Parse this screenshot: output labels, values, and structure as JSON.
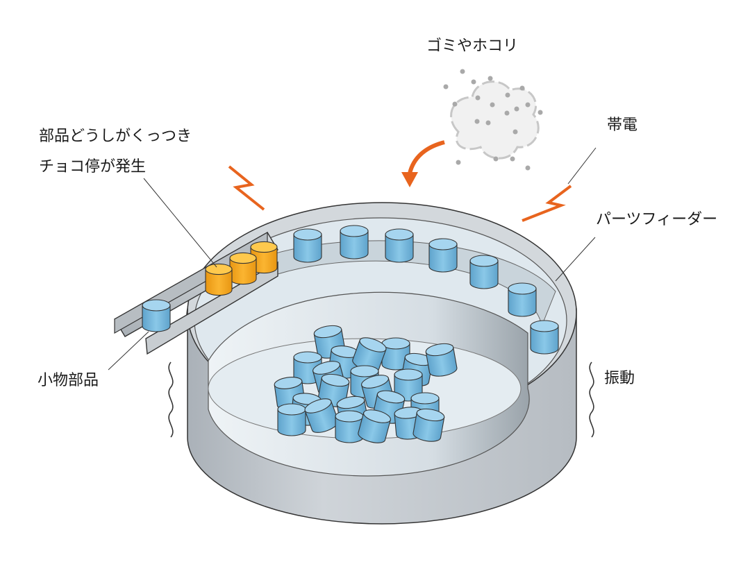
{
  "labels": {
    "dust": "ゴミやホコリ",
    "sticking_line1": "部品どうしがくっつき",
    "sticking_line2": "チョコ停が発生",
    "static": "帯電",
    "parts_feeder": "パーツフィーダー",
    "small_parts": "小物部品",
    "vibration": "振動"
  },
  "colors": {
    "part_blue": "#7ab9dc",
    "part_blue_top": "#a6d5ef",
    "part_orange": "#f5a623",
    "part_orange_top": "#ffc94d",
    "accent_orange": "#e8641e",
    "bowl_gray": "#c3c8cd",
    "bowl_inner": "#dfe8ee",
    "outline": "#333333"
  },
  "icons": [
    "spark-icon",
    "dust-cloud-icon",
    "curved-arrow-icon",
    "wavy-line-icon"
  ]
}
